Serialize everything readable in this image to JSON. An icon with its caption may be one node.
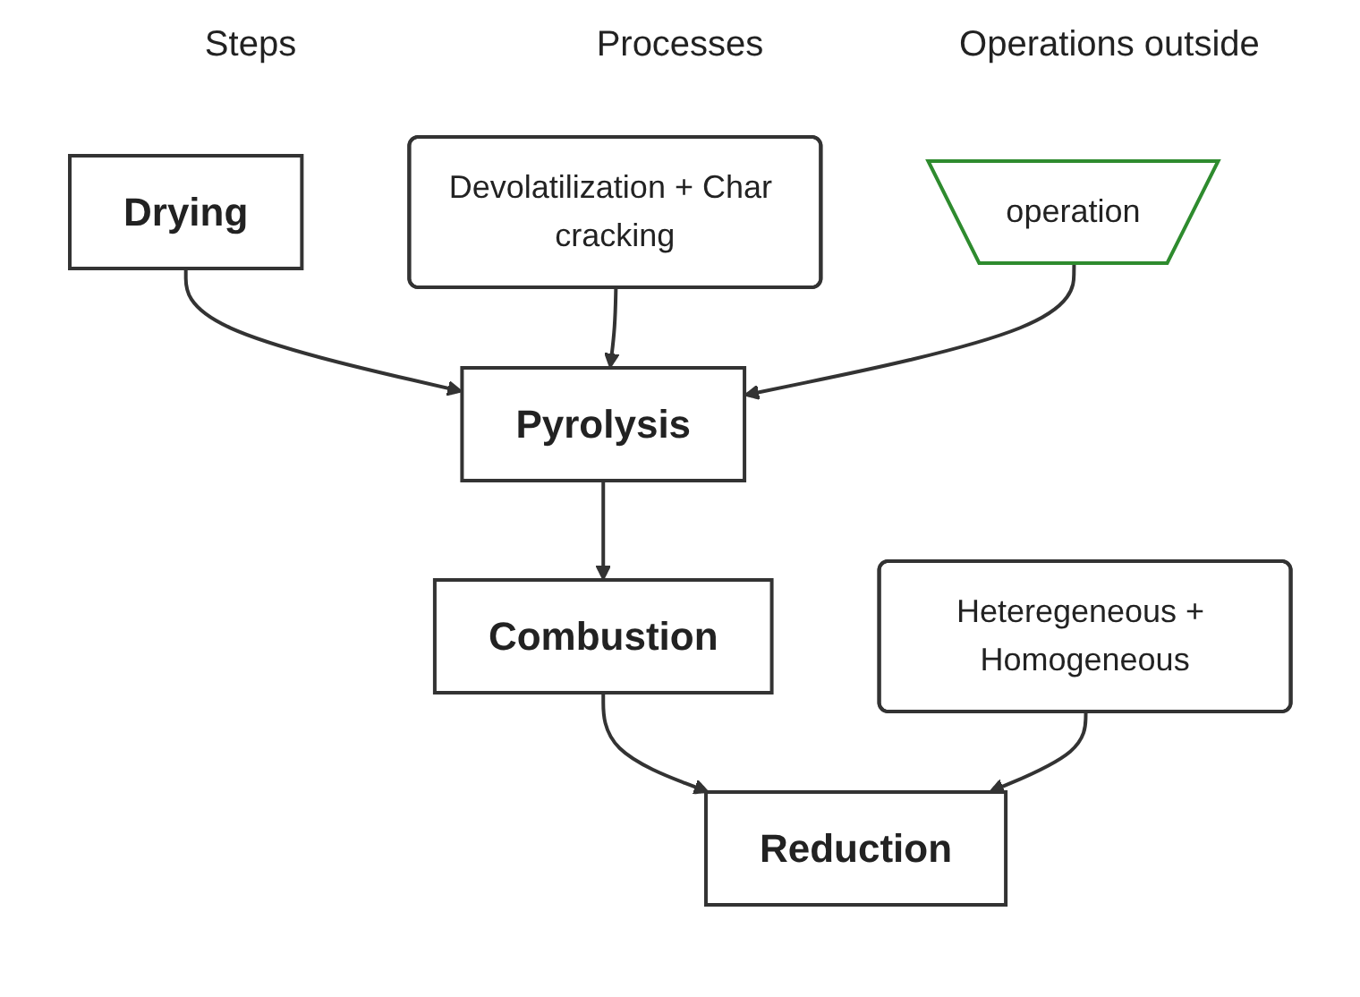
{
  "diagram": {
    "nodes": [
      {
        "text": [
          "Drying"
        ]
      },
      {
        "text": [
          "Devolatilization + Char cracking"
        ]
      },
      {
        "text": [
          "Pyrolysis"
        ]
      },
      {
        "text": [
          "operation"
        ]
      },
      {
        "text": [
          "Combustion"
        ]
      },
      {
        "text": [
          "Heteregeneous + Homogeneous"
        ]
      },
      {
        "text": [
          "Reduction"
        ]
      }
    ],
    "edges": [
      {
        "from": 0,
        "to": 2,
        "arrow": "to"
      },
      {
        "from": 1,
        "to": 2,
        "arrow": "to"
      },
      {
        "from": 3,
        "to": 2,
        "arrow": "to"
      },
      {
        "from": 2,
        "to": 4,
        "arrow": "to"
      },
      {
        "from": 4,
        "to": 6,
        "arrow": "to"
      },
      {
        "from": 5,
        "to": 6,
        "arrow": "to"
      }
    ],
    "labels": [
      "Steps",
      "Processes",
      "Operations outside"
    ]
  }
}
